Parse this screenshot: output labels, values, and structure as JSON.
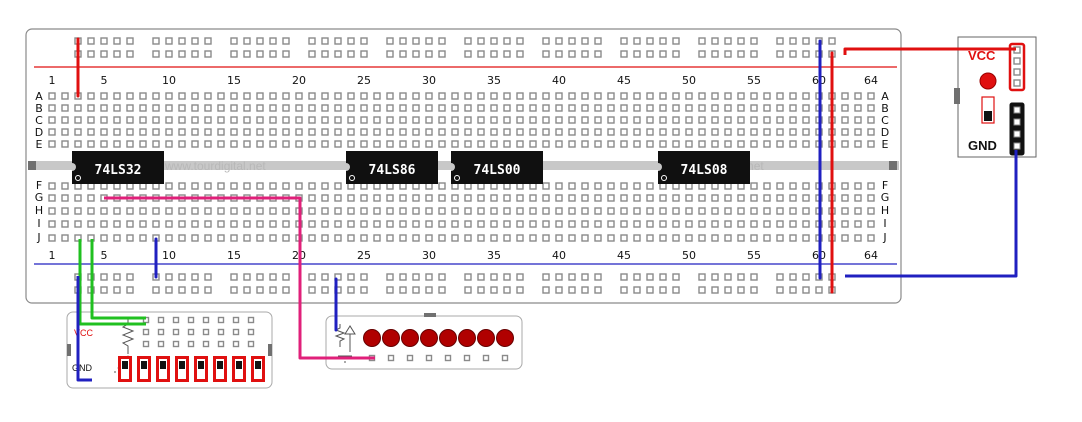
{
  "breadboard": {
    "column_numbers": [
      "1",
      "5",
      "10",
      "15",
      "20",
      "25",
      "30",
      "35",
      "40",
      "45",
      "50",
      "55",
      "60",
      "64"
    ],
    "rows_top": [
      "A",
      "B",
      "C",
      "D",
      "E"
    ],
    "rows_bottom": [
      "F",
      "G",
      "H",
      "I",
      "J"
    ],
    "watermark": "www.tourdigital.net"
  },
  "chips": [
    {
      "label": "74LS32"
    },
    {
      "label": "74LS86"
    },
    {
      "label": "74LS00"
    },
    {
      "label": "74LS08"
    }
  ],
  "power_module": {
    "vcc_label": "VCC",
    "gnd_label": "GND"
  },
  "switch_module": {
    "vcc_label": "VCC",
    "gnd_label": "GND",
    "switch_count": 8
  },
  "led_module": {
    "led_count": 8
  },
  "colors": {
    "vcc_wire": "#e01010",
    "gnd_wire": "#2020c0",
    "signal_wire": "#e0207a",
    "switch_wire": "#20c020",
    "chip_body": "#101010",
    "led": "#b00000",
    "board": "#ffffff",
    "hole": "#8a8a8a"
  }
}
